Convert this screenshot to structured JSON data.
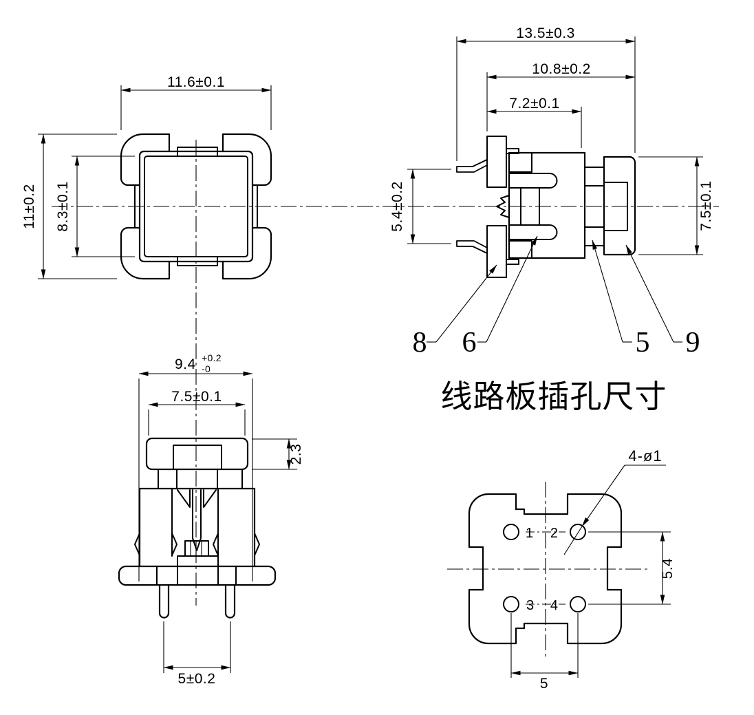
{
  "title": "线路板插孔尺寸",
  "colors": {
    "line": "#000000",
    "background": "#ffffff"
  },
  "top_view": {
    "dim_overall_width": "11.6±0.1",
    "dim_overall_height": "11±0.2",
    "dim_cover_height": "8.3±0.1"
  },
  "side_view": {
    "dim_overall_length": "13.5±0.3",
    "dim_mid_length": "10.8±0.2",
    "dim_body_length": "7.2±0.1",
    "dim_lead_span": "5.4±0.2",
    "dim_cap_height": "7.5±0.1",
    "callout_terminal_plate": "8",
    "callout_slot": "6",
    "callout_step": "5",
    "callout_cap": "9"
  },
  "front_view": {
    "dim_base_width_value": "9.4",
    "dim_base_width_tol_upper": "+0.2",
    "dim_base_width_tol_lower": "-0",
    "dim_cap_width": "7.5±0.1",
    "dim_cap_height": "2.3",
    "dim_pin_pitch": "5±0.2"
  },
  "pcb_view": {
    "hole_note": "4-ø1",
    "hole_label_1": "1",
    "hole_label_2": "2",
    "hole_label_3": "3",
    "hole_label_4": "4",
    "dim_row_pitch": "5.4",
    "dim_col_pitch": "5"
  }
}
